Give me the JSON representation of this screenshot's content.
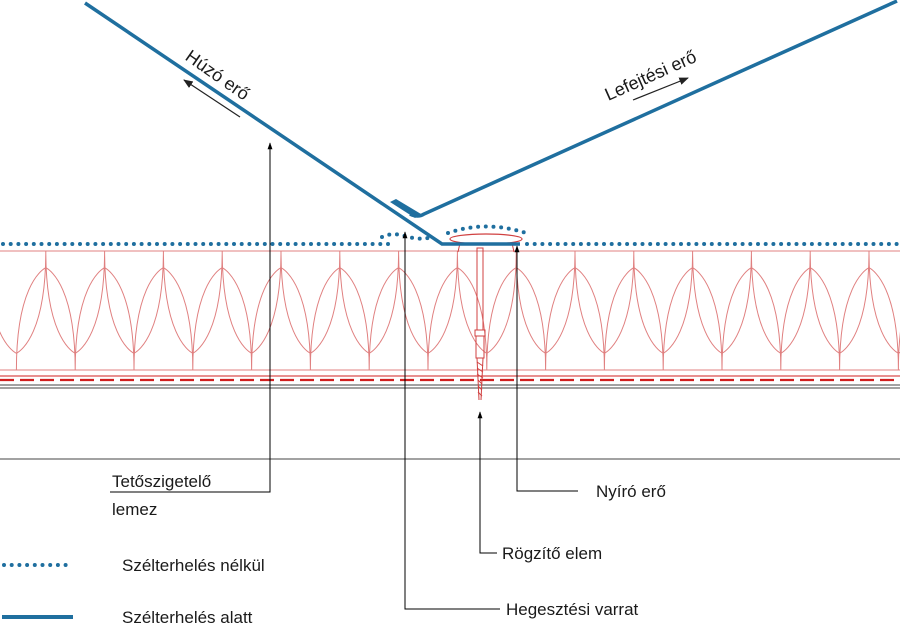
{
  "colors": {
    "membrane": "#1f6f9f",
    "insulation": "#e08080",
    "fastener": "#d04040",
    "vapor_dash": "#d02020",
    "leader": "#222222"
  },
  "forces": {
    "pull": "Húzó erő",
    "peel": "Lefejtési erő"
  },
  "labels": {
    "membrane_line1": "Tetőszigetelő",
    "membrane_line2": "lemez",
    "shear": "Nyíró erő",
    "fastener": "Rögzítő elem",
    "weld": "Hegesztési varrat"
  },
  "legend": {
    "no_wind": "Szélterhelés nélkül",
    "wind": "Szélterhelés alatt"
  }
}
